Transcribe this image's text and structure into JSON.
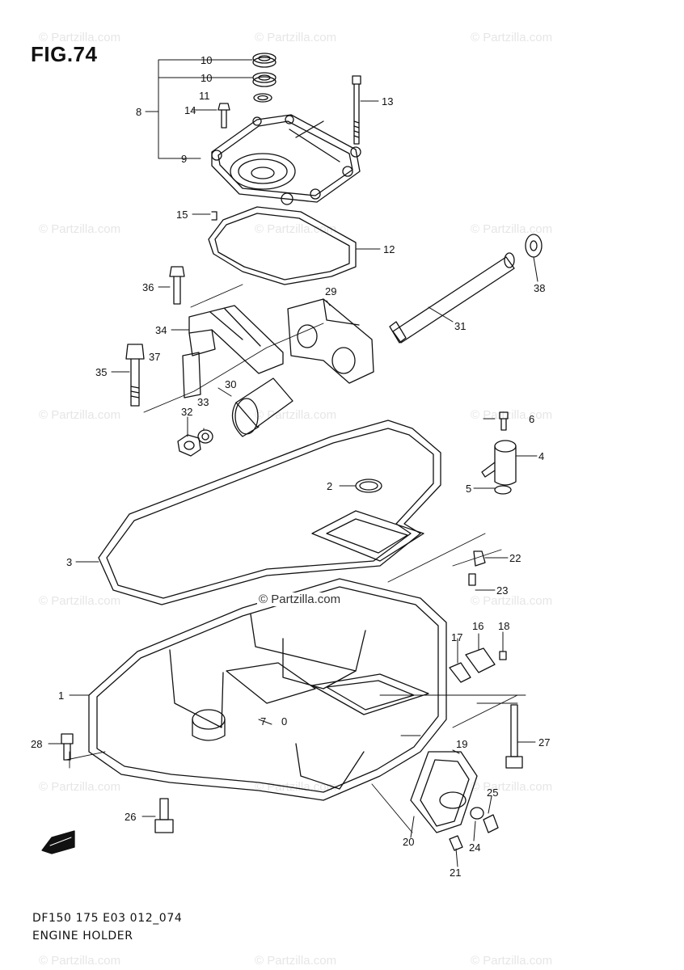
{
  "figure": {
    "title": "FIG.74",
    "code": "DF150 175 E03 012_074",
    "name": "ENGINE HOLDER",
    "watermark": "© Partzilla.com",
    "center_watermark": "© Partzilla.com"
  },
  "callouts": [
    {
      "id": "c10a",
      "text": "10"
    },
    {
      "id": "c10b",
      "text": "10"
    },
    {
      "id": "c11",
      "text": "11"
    },
    {
      "id": "c8",
      "text": "8"
    },
    {
      "id": "c14",
      "text": "14"
    },
    {
      "id": "c13",
      "text": "13"
    },
    {
      "id": "c9",
      "text": "9"
    },
    {
      "id": "c15",
      "text": "15"
    },
    {
      "id": "c12",
      "text": "12"
    },
    {
      "id": "c38",
      "text": "38"
    },
    {
      "id": "c36",
      "text": "36"
    },
    {
      "id": "c29",
      "text": "29"
    },
    {
      "id": "c31",
      "text": "31"
    },
    {
      "id": "c34",
      "text": "34"
    },
    {
      "id": "c37",
      "text": "37"
    },
    {
      "id": "c35",
      "text": "35"
    },
    {
      "id": "c30",
      "text": "30"
    },
    {
      "id": "c33",
      "text": "33"
    },
    {
      "id": "c32",
      "text": "32"
    },
    {
      "id": "c6",
      "text": "6"
    },
    {
      "id": "c4",
      "text": "4"
    },
    {
      "id": "c2",
      "text": "2"
    },
    {
      "id": "c5",
      "text": "5"
    },
    {
      "id": "c3",
      "text": "3"
    },
    {
      "id": "c22",
      "text": "22"
    },
    {
      "id": "c23",
      "text": "23"
    },
    {
      "id": "c17",
      "text": "17"
    },
    {
      "id": "c16",
      "text": "16"
    },
    {
      "id": "c18",
      "text": "18"
    },
    {
      "id": "c1",
      "text": "1"
    },
    {
      "id": "c7",
      "text": "7"
    },
    {
      "id": "c0",
      "text": "0"
    },
    {
      "id": "c28",
      "text": "28"
    },
    {
      "id": "c27",
      "text": "27"
    },
    {
      "id": "c19",
      "text": "19"
    },
    {
      "id": "c25",
      "text": "25"
    },
    {
      "id": "c26",
      "text": "26"
    },
    {
      "id": "c20",
      "text": "20"
    },
    {
      "id": "c24",
      "text": "24"
    },
    {
      "id": "c21",
      "text": "21"
    }
  ],
  "icons": {
    "front_arrow": "fwd-arrow-icon"
  },
  "colors": {
    "line": "#111111",
    "watermark": "#e6e6e6",
    "background": "#ffffff"
  }
}
